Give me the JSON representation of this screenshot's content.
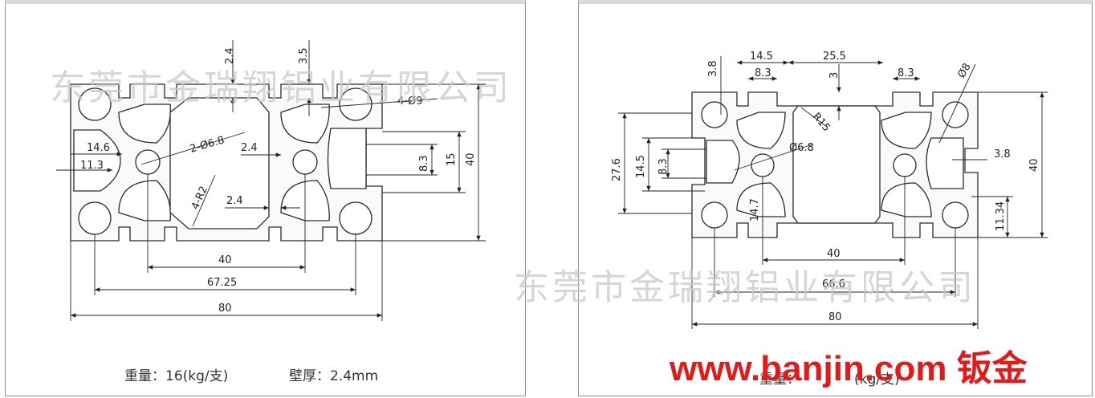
{
  "watermark": "东莞市金瑞翔铝业有限公司",
  "left": {
    "dims": {
      "d_2_4_top": "2.4",
      "d_3_5": "3.5",
      "d_4_phi9": "4-Ø9",
      "d_2_phi6_8": "2-Ø6.8",
      "d_14_6": "14.6",
      "d_11_3": "11.3",
      "d_2_4_mid": "2.4",
      "d_4_r2": "4-R2",
      "d_2_4_low": "2.4",
      "d_8_3": "8.3",
      "d_15": "15",
      "d_40_v": "40",
      "d_40_h": "40",
      "d_67_25": "67.25",
      "d_80": "80"
    },
    "caption_weight": "重量：16(kg/支)",
    "caption_wall": "壁厚：2.4mm"
  },
  "right": {
    "dims": {
      "d_3_8_top": "3.8",
      "d_14_5_top": "14.5",
      "d_25_5": "25.5",
      "d_8_3_a": "8.3",
      "d_3": "3",
      "d_8_3_b": "8.3",
      "d_phi8": "Ø8",
      "d_r15": "R15",
      "d_27_6": "27.6",
      "d_14_5_v": "14.5",
      "d_8_3_v": "8.3",
      "d_phi6_8": "Ø6.8",
      "d_3_8_r": "3.8",
      "d_40_v": "40",
      "d_14_7": "14.7",
      "d_11_34": "11.34",
      "d_40_h": "40",
      "d_66_6": "66.6",
      "d_80": "80"
    },
    "caption_weight": "重量：",
    "caption_rest": "(kg/支)"
  },
  "banner": "www.banjin.com 钣金"
}
